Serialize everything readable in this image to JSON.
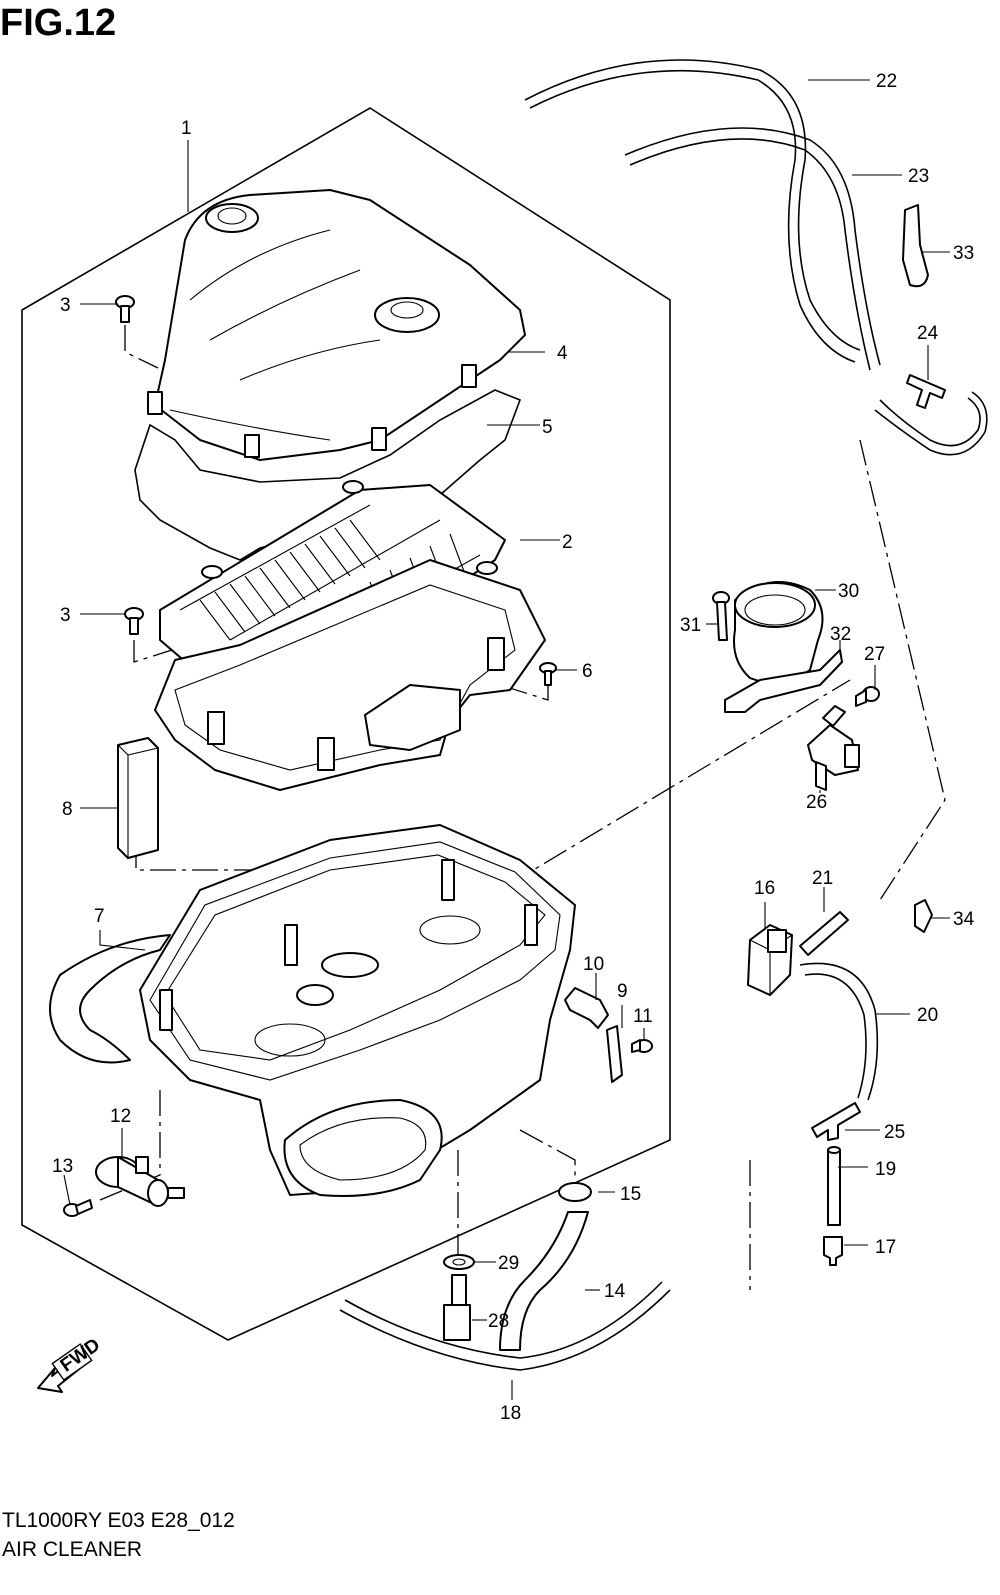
{
  "header": {
    "figure_label": "FIG.12"
  },
  "footer": {
    "model_code": "TL1000RY E03 E28_012",
    "diagram_name": "AIR CLEANER"
  },
  "direction_badge": {
    "label": "FWD"
  },
  "callouts": [
    {
      "id": "c1",
      "number": "1"
    },
    {
      "id": "c2",
      "number": "2"
    },
    {
      "id": "c3a",
      "number": "3"
    },
    {
      "id": "c3b",
      "number": "3"
    },
    {
      "id": "c4",
      "number": "4"
    },
    {
      "id": "c5",
      "number": "5"
    },
    {
      "id": "c6",
      "number": "6"
    },
    {
      "id": "c7",
      "number": "7"
    },
    {
      "id": "c8",
      "number": "8"
    },
    {
      "id": "c9",
      "number": "9"
    },
    {
      "id": "c10",
      "number": "10"
    },
    {
      "id": "c11",
      "number": "11"
    },
    {
      "id": "c12",
      "number": "12"
    },
    {
      "id": "c13",
      "number": "13"
    },
    {
      "id": "c14",
      "number": "14"
    },
    {
      "id": "c15",
      "number": "15"
    },
    {
      "id": "c16",
      "number": "16"
    },
    {
      "id": "c17",
      "number": "17"
    },
    {
      "id": "c18",
      "number": "18"
    },
    {
      "id": "c19",
      "number": "19"
    },
    {
      "id": "c20",
      "number": "20"
    },
    {
      "id": "c21",
      "number": "21"
    },
    {
      "id": "c22",
      "number": "22"
    },
    {
      "id": "c23",
      "number": "23"
    },
    {
      "id": "c24",
      "number": "24"
    },
    {
      "id": "c25",
      "number": "25"
    },
    {
      "id": "c26",
      "number": "26"
    },
    {
      "id": "c27",
      "number": "27"
    },
    {
      "id": "c28",
      "number": "28"
    },
    {
      "id": "c29",
      "number": "29"
    },
    {
      "id": "c30",
      "number": "30"
    },
    {
      "id": "c31",
      "number": "31"
    },
    {
      "id": "c32",
      "number": "32"
    },
    {
      "id": "c33",
      "number": "33"
    },
    {
      "id": "c34",
      "number": "34"
    }
  ]
}
